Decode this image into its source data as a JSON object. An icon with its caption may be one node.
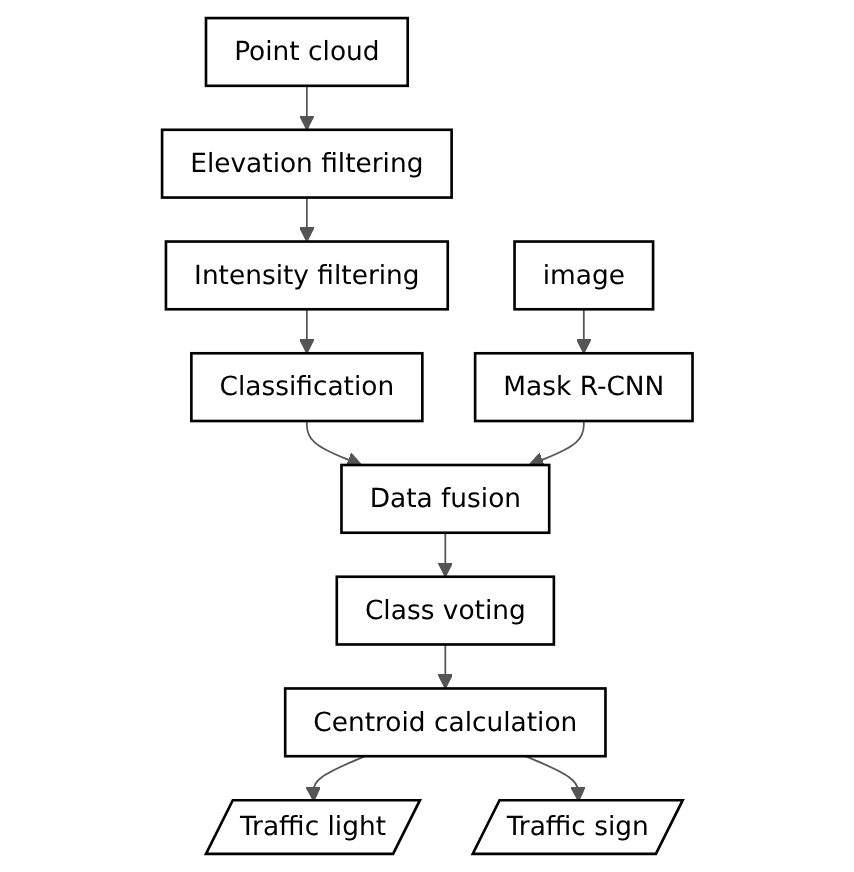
{
  "diagram": {
    "nodes": [
      {
        "text": [
          "Point cloud"
        ]
      },
      {
        "text": [
          "image"
        ]
      },
      {
        "text": [
          "Elevation filtering"
        ]
      },
      {
        "text": [
          "Mask R-CNN"
        ]
      },
      {
        "text": [
          "Intensity filtering"
        ]
      },
      {
        "text": [
          "Classification"
        ]
      },
      {
        "text": [
          "Data fusion"
        ]
      },
      {
        "text": [
          "Class voting"
        ]
      },
      {
        "text": [
          "Centroid calculation"
        ]
      },
      {
        "text": [
          "Traffic light"
        ]
      },
      {
        "text": [
          "Traffic sign"
        ]
      }
    ],
    "edges": [
      {
        "from": 0,
        "to": 2,
        "arrow": "to"
      },
      {
        "from": 1,
        "to": 3,
        "arrow": "to"
      },
      {
        "from": 2,
        "to": 4,
        "arrow": "to"
      },
      {
        "from": 4,
        "to": 5,
        "arrow": "to"
      },
      {
        "from": 5,
        "to": 6,
        "arrow": "to"
      },
      {
        "from": 3,
        "to": 6,
        "arrow": "to"
      },
      {
        "from": 6,
        "to": 7,
        "arrow": "to"
      },
      {
        "from": 7,
        "to": 8,
        "arrow": "to"
      },
      {
        "from": 8,
        "to": 9,
        "arrow": "to"
      },
      {
        "from": 8,
        "to": 10,
        "arrow": "to"
      }
    ]
  }
}
